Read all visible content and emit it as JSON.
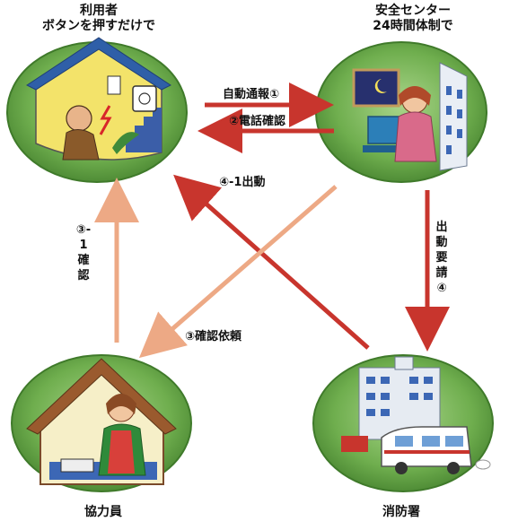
{
  "nodes": {
    "user": {
      "title": "利用者",
      "subtitle": "ボタンを押すだけで"
    },
    "center": {
      "title": "安全センター",
      "subtitle": "24時間体制で"
    },
    "helper": {
      "title": "協力員"
    },
    "fire": {
      "title": "消防署"
    }
  },
  "arrows": {
    "auto_report": "自動通報①",
    "phone_confirm": "②電話確認",
    "dispatch_4_1": "④-1出動",
    "confirm_3_1_a": "③-1",
    "confirm_3_1_b": "確認",
    "confirm_request": "③確認依頼",
    "dispatch_request": "出動要請④"
  },
  "colors": {
    "arrow_dark": "#c8352d",
    "arrow_light": "#eda985",
    "circle_green": "#67a447"
  }
}
